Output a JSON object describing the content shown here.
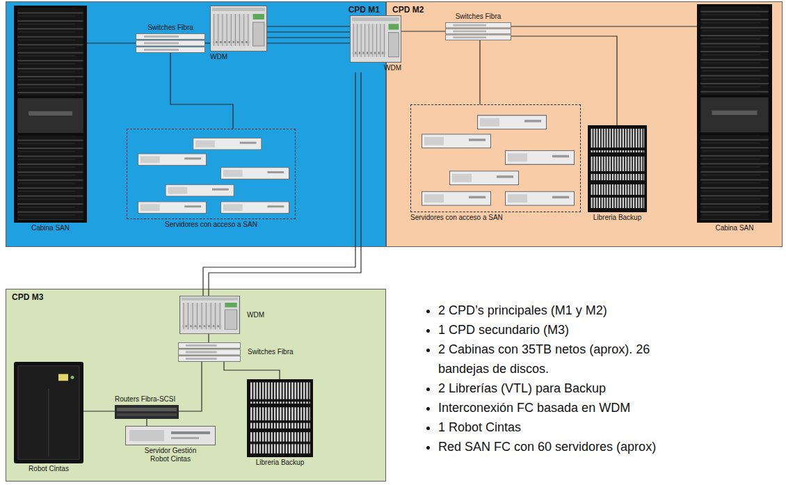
{
  "diagram": {
    "nodes": [
      {
        "text": [
          "CPD M1"
        ]
      },
      {
        "text": [
          "Cabina SAN"
        ],
        "in": 0
      },
      {
        "text": [
          "Switches Fibra"
        ],
        "in": 0
      },
      {
        "text": [
          "WDM"
        ],
        "in": 0
      },
      {
        "text": [
          "Servidores con acceso a SAN"
        ],
        "in": 0
      },
      {
        "text": [
          "CPD M2"
        ]
      },
      {
        "text": [
          "WDM"
        ],
        "in": 5
      },
      {
        "text": [
          "Switches Fibra"
        ],
        "in": 5
      },
      {
        "text": [
          "Servidores con acceso a SAN"
        ],
        "in": 5
      },
      {
        "text": [
          "Libreria Backup"
        ],
        "in": 5
      },
      {
        "text": [
          "Cabina SAN"
        ],
        "in": 5
      },
      {
        "text": [
          "CPD M3"
        ]
      },
      {
        "text": [
          "WDM"
        ],
        "in": 11
      },
      {
        "text": [
          "Switches Fibra"
        ],
        "in": 11
      },
      {
        "text": [
          "Robot Cintas"
        ],
        "in": 11
      },
      {
        "text": [
          "Routers Fibra-SCSI"
        ],
        "in": 11
      },
      {
        "text": [
          "Servidor Gestión Robot Cintas"
        ],
        "in": 11
      },
      {
        "text": [
          "Libreria Backup"
        ],
        "in": 11
      }
    ],
    "edges": [
      {
        "from": 1,
        "to": 2,
        "arrow": "none"
      },
      {
        "from": 2,
        "to": 3,
        "arrow": "none"
      },
      {
        "from": 2,
        "to": 4,
        "arrow": "none"
      },
      {
        "from": 3,
        "to": 6,
        "arrow": "none"
      },
      {
        "from": 6,
        "to": 7,
        "arrow": "none"
      },
      {
        "from": 7,
        "to": 8,
        "arrow": "none"
      },
      {
        "from": 7,
        "to": 9,
        "arrow": "none"
      },
      {
        "from": 7,
        "to": 10,
        "arrow": "none"
      },
      {
        "from": 6,
        "to": 12,
        "arrow": "none"
      },
      {
        "from": 12,
        "to": 13,
        "arrow": "none"
      },
      {
        "from": 13,
        "to": 15,
        "arrow": "none"
      },
      {
        "from": 13,
        "to": 17,
        "arrow": "none"
      },
      {
        "from": 15,
        "to": 14,
        "arrow": "none"
      },
      {
        "from": 15,
        "to": 16,
        "arrow": "none"
      }
    ],
    "labels": [
      "2 CPD’s principales (M1 y M2)",
      "1 CPD secundario (M3)",
      "2 Cabinas con 35TB netos (aprox). 26 bandejas de discos.",
      "2 Librerías (VTL) para Backup",
      "Interconexión FC basada en WDM",
      "1 Robot Cintas",
      "Red SAN FC con 60 servidores (aprox)"
    ]
  }
}
